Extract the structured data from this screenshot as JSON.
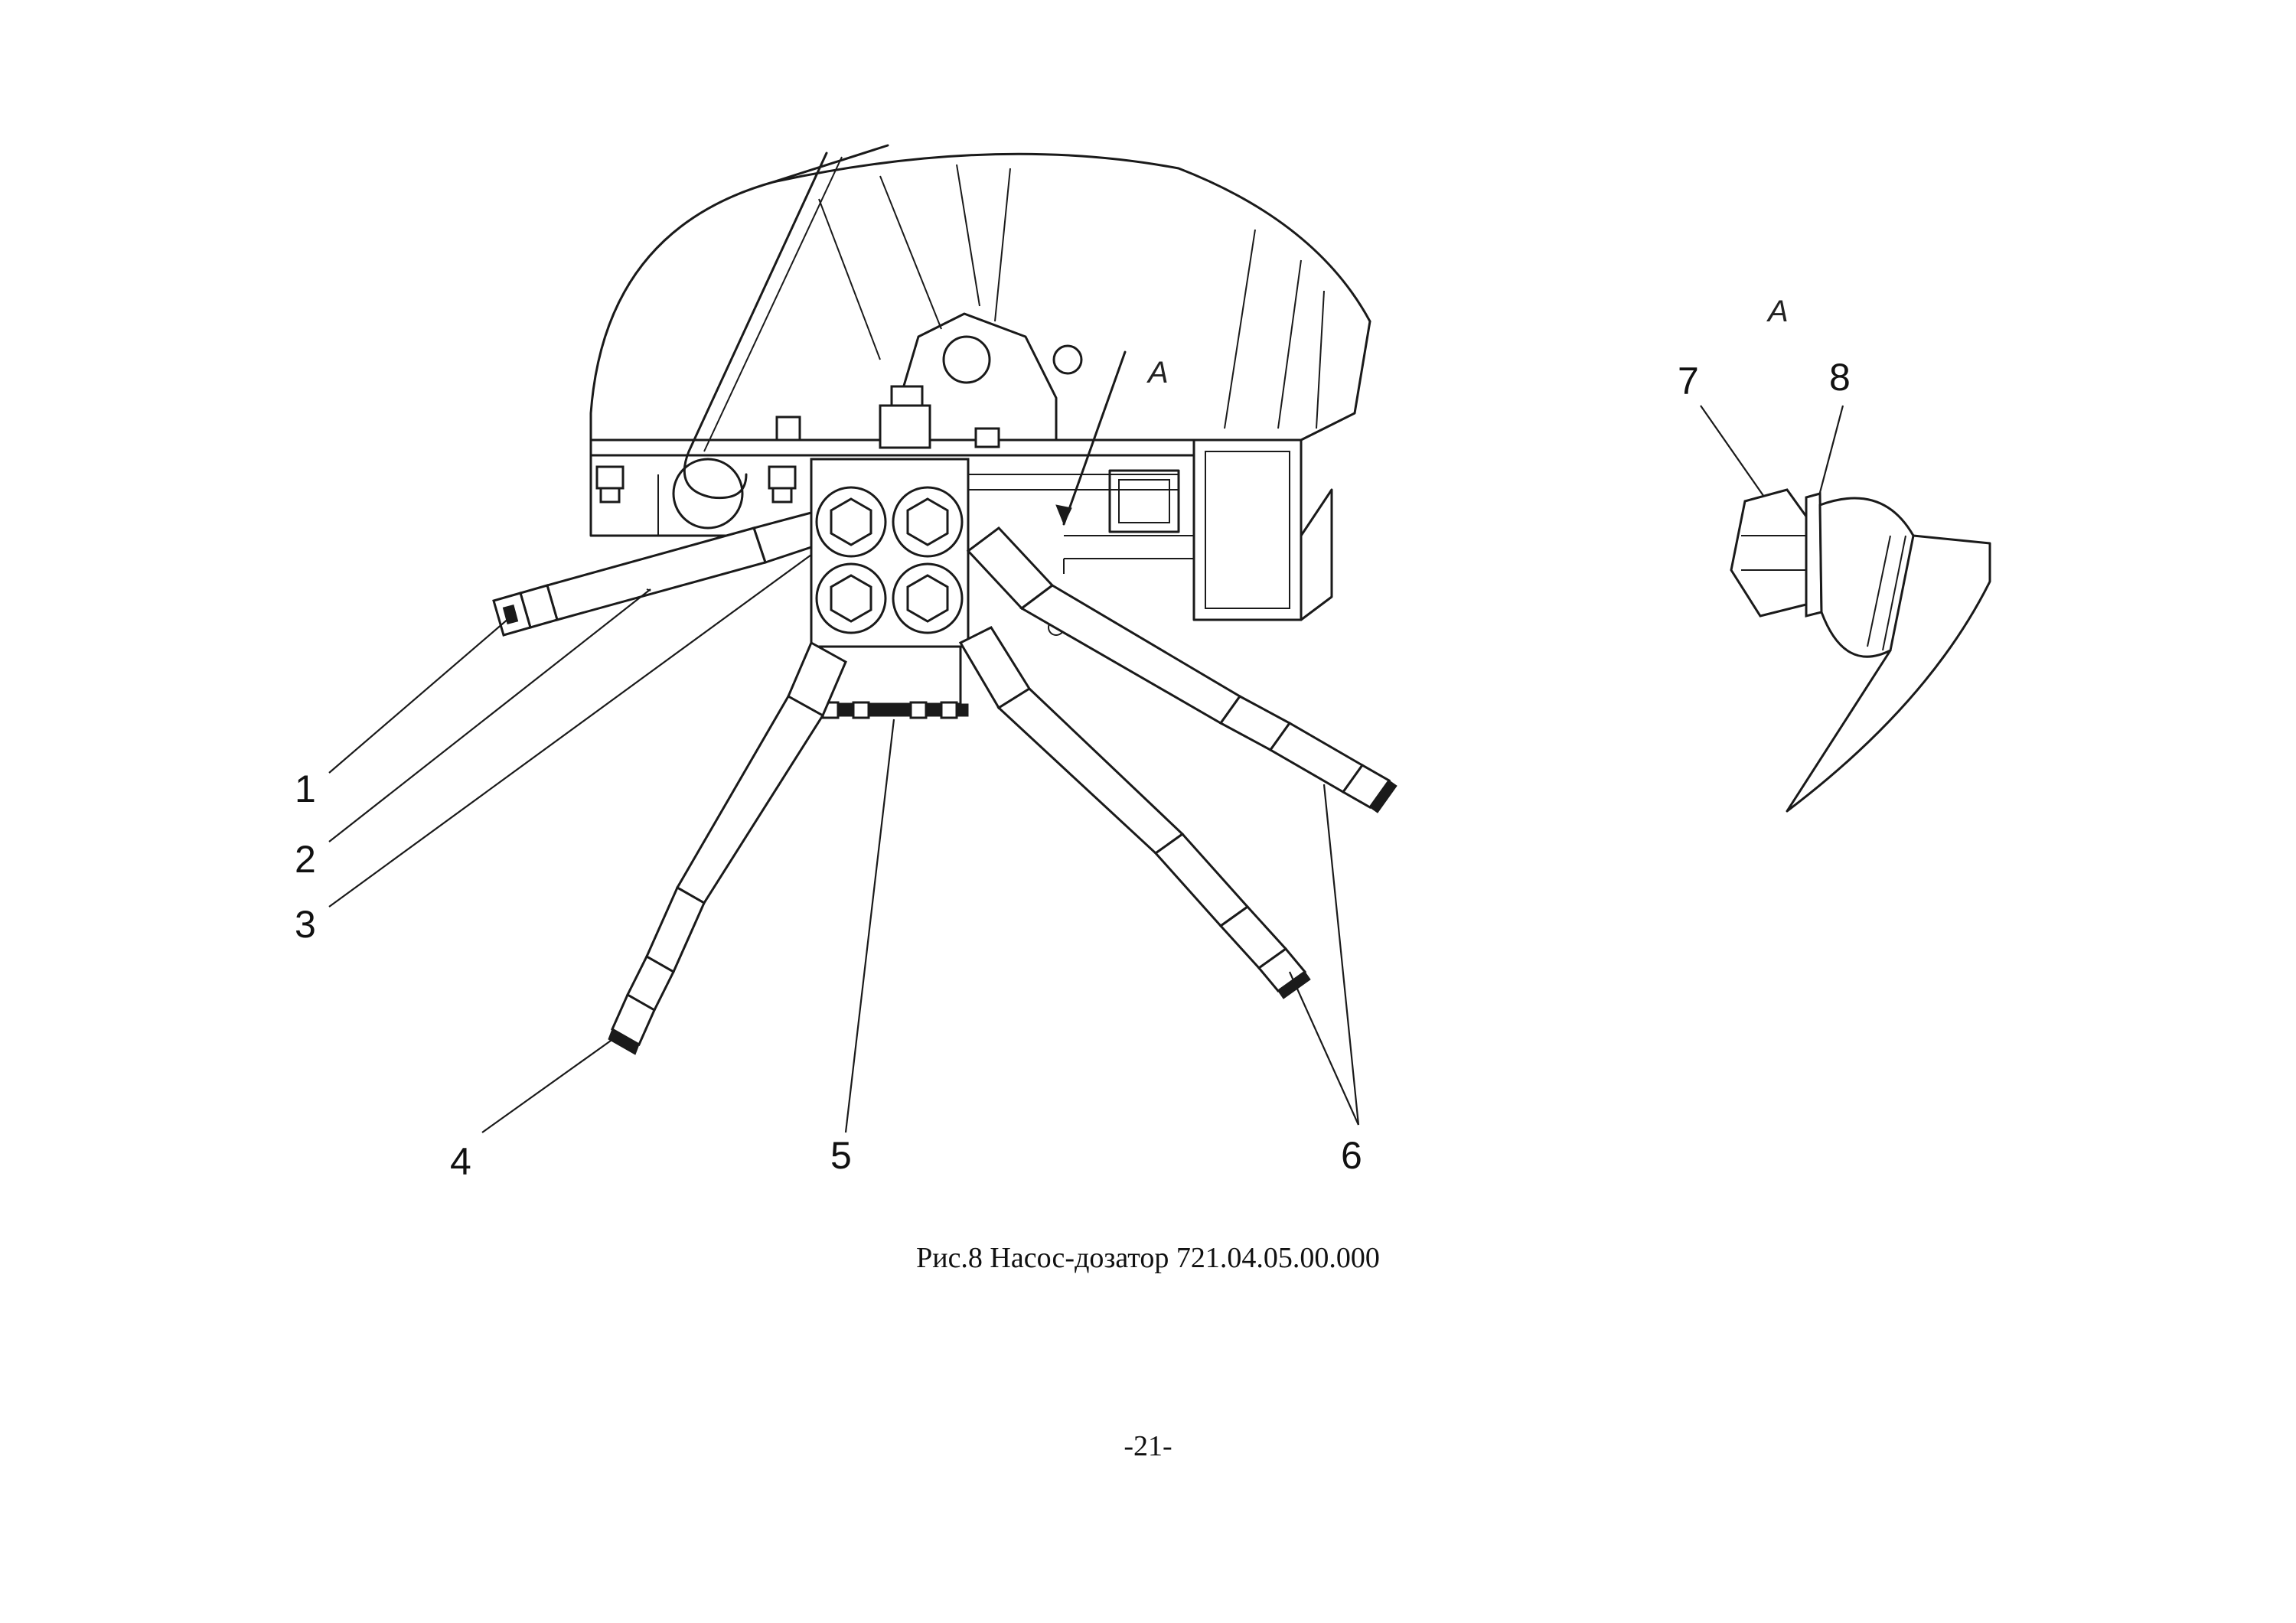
{
  "figure": {
    "callouts": [
      "1",
      "2",
      "3",
      "4",
      "5",
      "6",
      "7",
      "8"
    ],
    "section_view_letter": "А",
    "detail_view_letter": "А",
    "caption": "Рис.8  Насос-дозатор 721.04.05.00.000"
  },
  "page": {
    "number": "-21-"
  }
}
